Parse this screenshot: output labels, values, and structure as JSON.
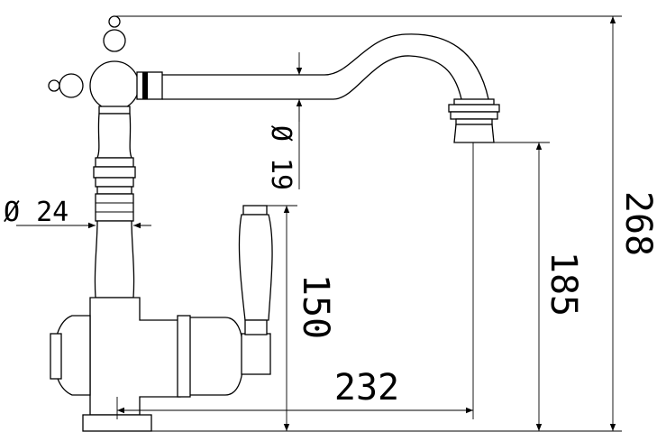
{
  "dimensions": {
    "overall_height": "268",
    "spout_outlet_height": "185",
    "lever_height": "150",
    "spout_reach": "232",
    "pipe_diameter": "Ø 19",
    "column_diameter": "Ø 24"
  }
}
